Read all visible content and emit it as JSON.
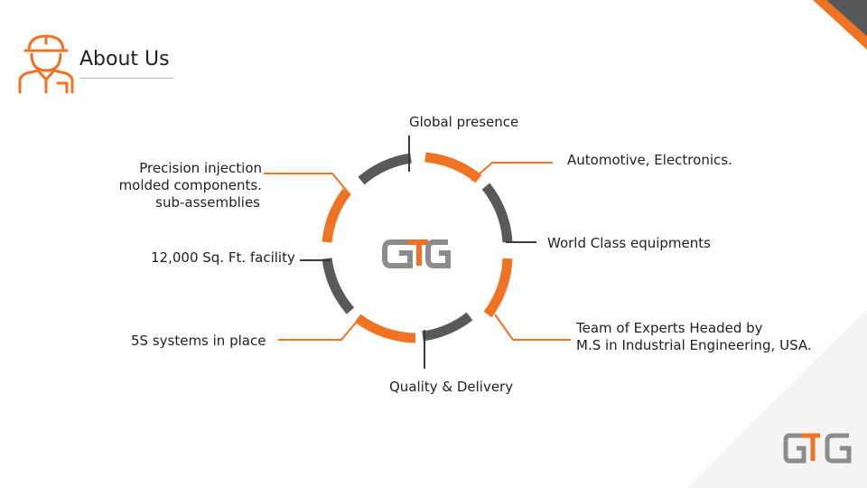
{
  "header": {
    "title": "About Us"
  },
  "diagram": {
    "center_logo": "GTG",
    "labels": {
      "top": "Global presence",
      "top_right": "Automotive, Electronics.",
      "top_left_1": "Precision injection",
      "top_left_2": "molded components.",
      "top_left_3": "sub-assemblies",
      "right": "World Class equipments",
      "left": "12,000 Sq. Ft. facility",
      "bottom_right_1": "Team of Experts Headed by",
      "bottom_right_2": "M.S in Industrial Engineering, USA.",
      "bottom_left": "5S systems in place",
      "bottom": "Quality & Delivery"
    }
  },
  "footer": {
    "logo": "GTG"
  },
  "colors": {
    "accent": "#f07324",
    "dark": "#58595b",
    "line": "#3a3a3a"
  }
}
